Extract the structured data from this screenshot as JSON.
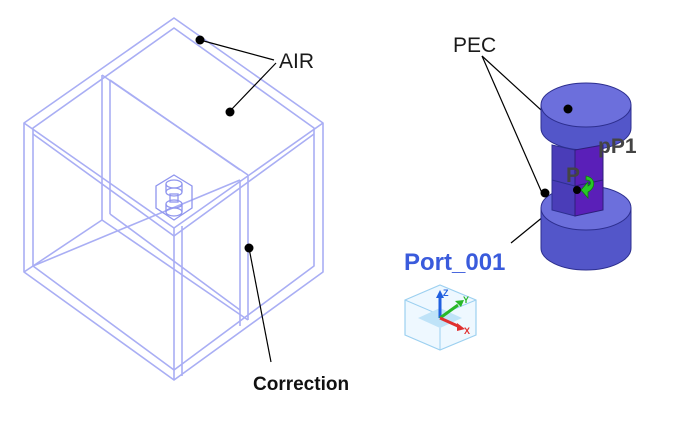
{
  "labels": {
    "air": "AIR",
    "pec": "PEC",
    "correction": "Correction",
    "port": "Port_001",
    "pp1": "pP1",
    "p_small": "P"
  },
  "triad": {
    "z": "Z",
    "y": "Y",
    "x": "X"
  },
  "colors": {
    "wireframe": "#a9aef4",
    "wireframe_dark": "#8f95ee",
    "pec_top": "#6c6fdc",
    "pec_side": "#5356c9",
    "port_sheet": "#5a1fb8",
    "port_label": "#3a5bdc",
    "arrow_green": "#28c828",
    "axis_x": "#e03030",
    "axis_y": "#28b828",
    "axis_z": "#2060e0",
    "triad_box": "#9cd0f0",
    "leader": "#000000"
  }
}
